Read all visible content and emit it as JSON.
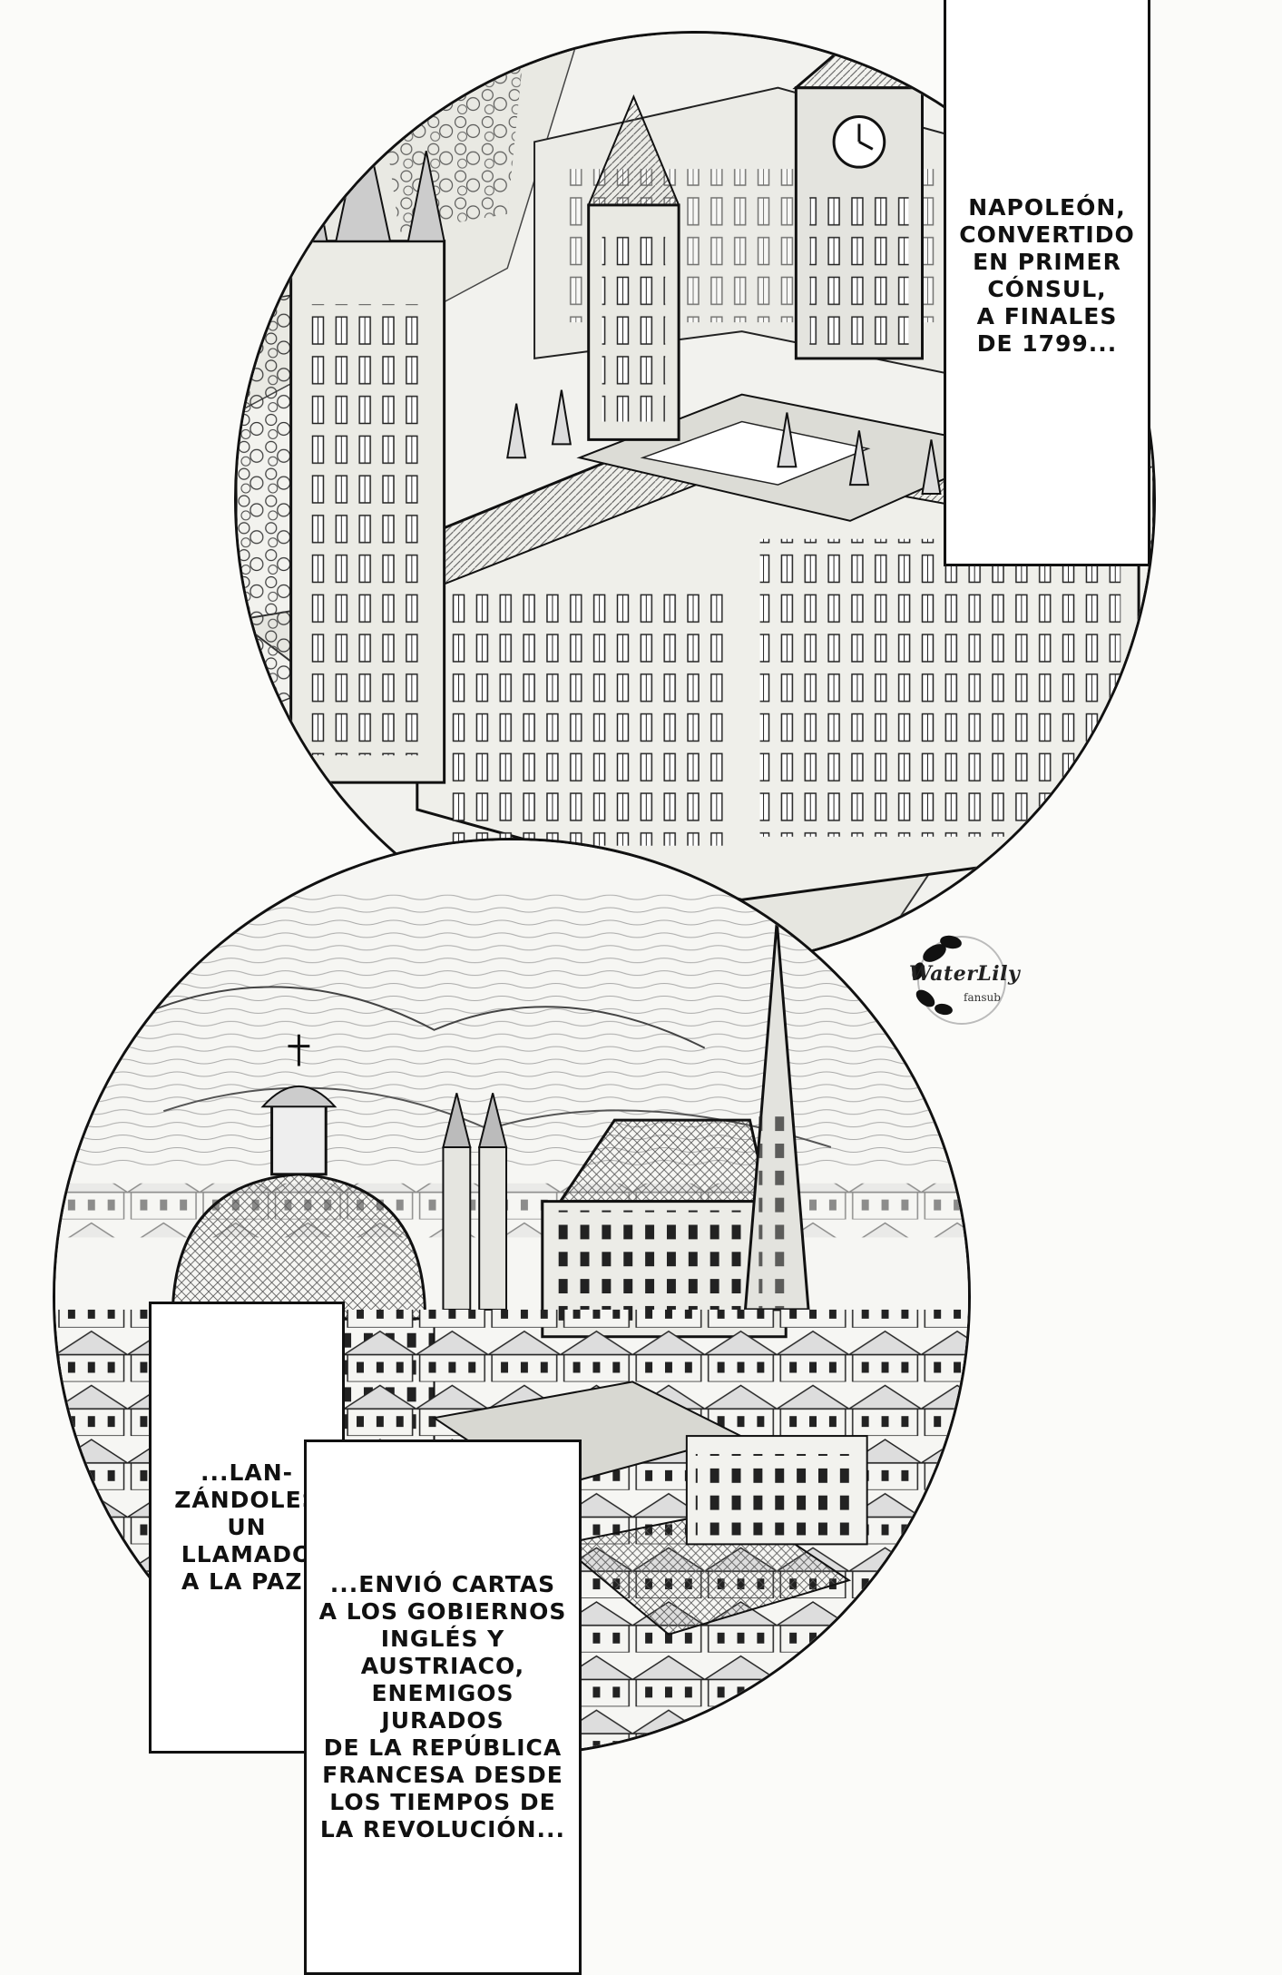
{
  "captions": {
    "top": "NAPOLEÓN,\nCONVERTIDO\nEN PRIMER\nCÓNSUL,\nA FINALES\nDE 1799...",
    "middle": "...LAN-\nZÁNDOLES\nUN\nLLAMADO\nA LA PAZ.",
    "bottom": "...ENVIÓ CARTAS\nA LOS GOBIERNOS\nINGLÉS Y AUSTRIACO,\nENEMIGOS JURADOS\nDE LA REPÚBLICA\nFRANCESA DESDE\nLOS TIEMPOS DE\nLA REVOLUCIÓN..."
  },
  "watermark": {
    "name": "WaterLily",
    "sub": "fansub",
    "icon": "lily-flower-icon"
  },
  "illustrations": {
    "top": "gothic-parliament-building-icon",
    "bottom": "city-skyline-with-dome-and-spire-icon"
  }
}
